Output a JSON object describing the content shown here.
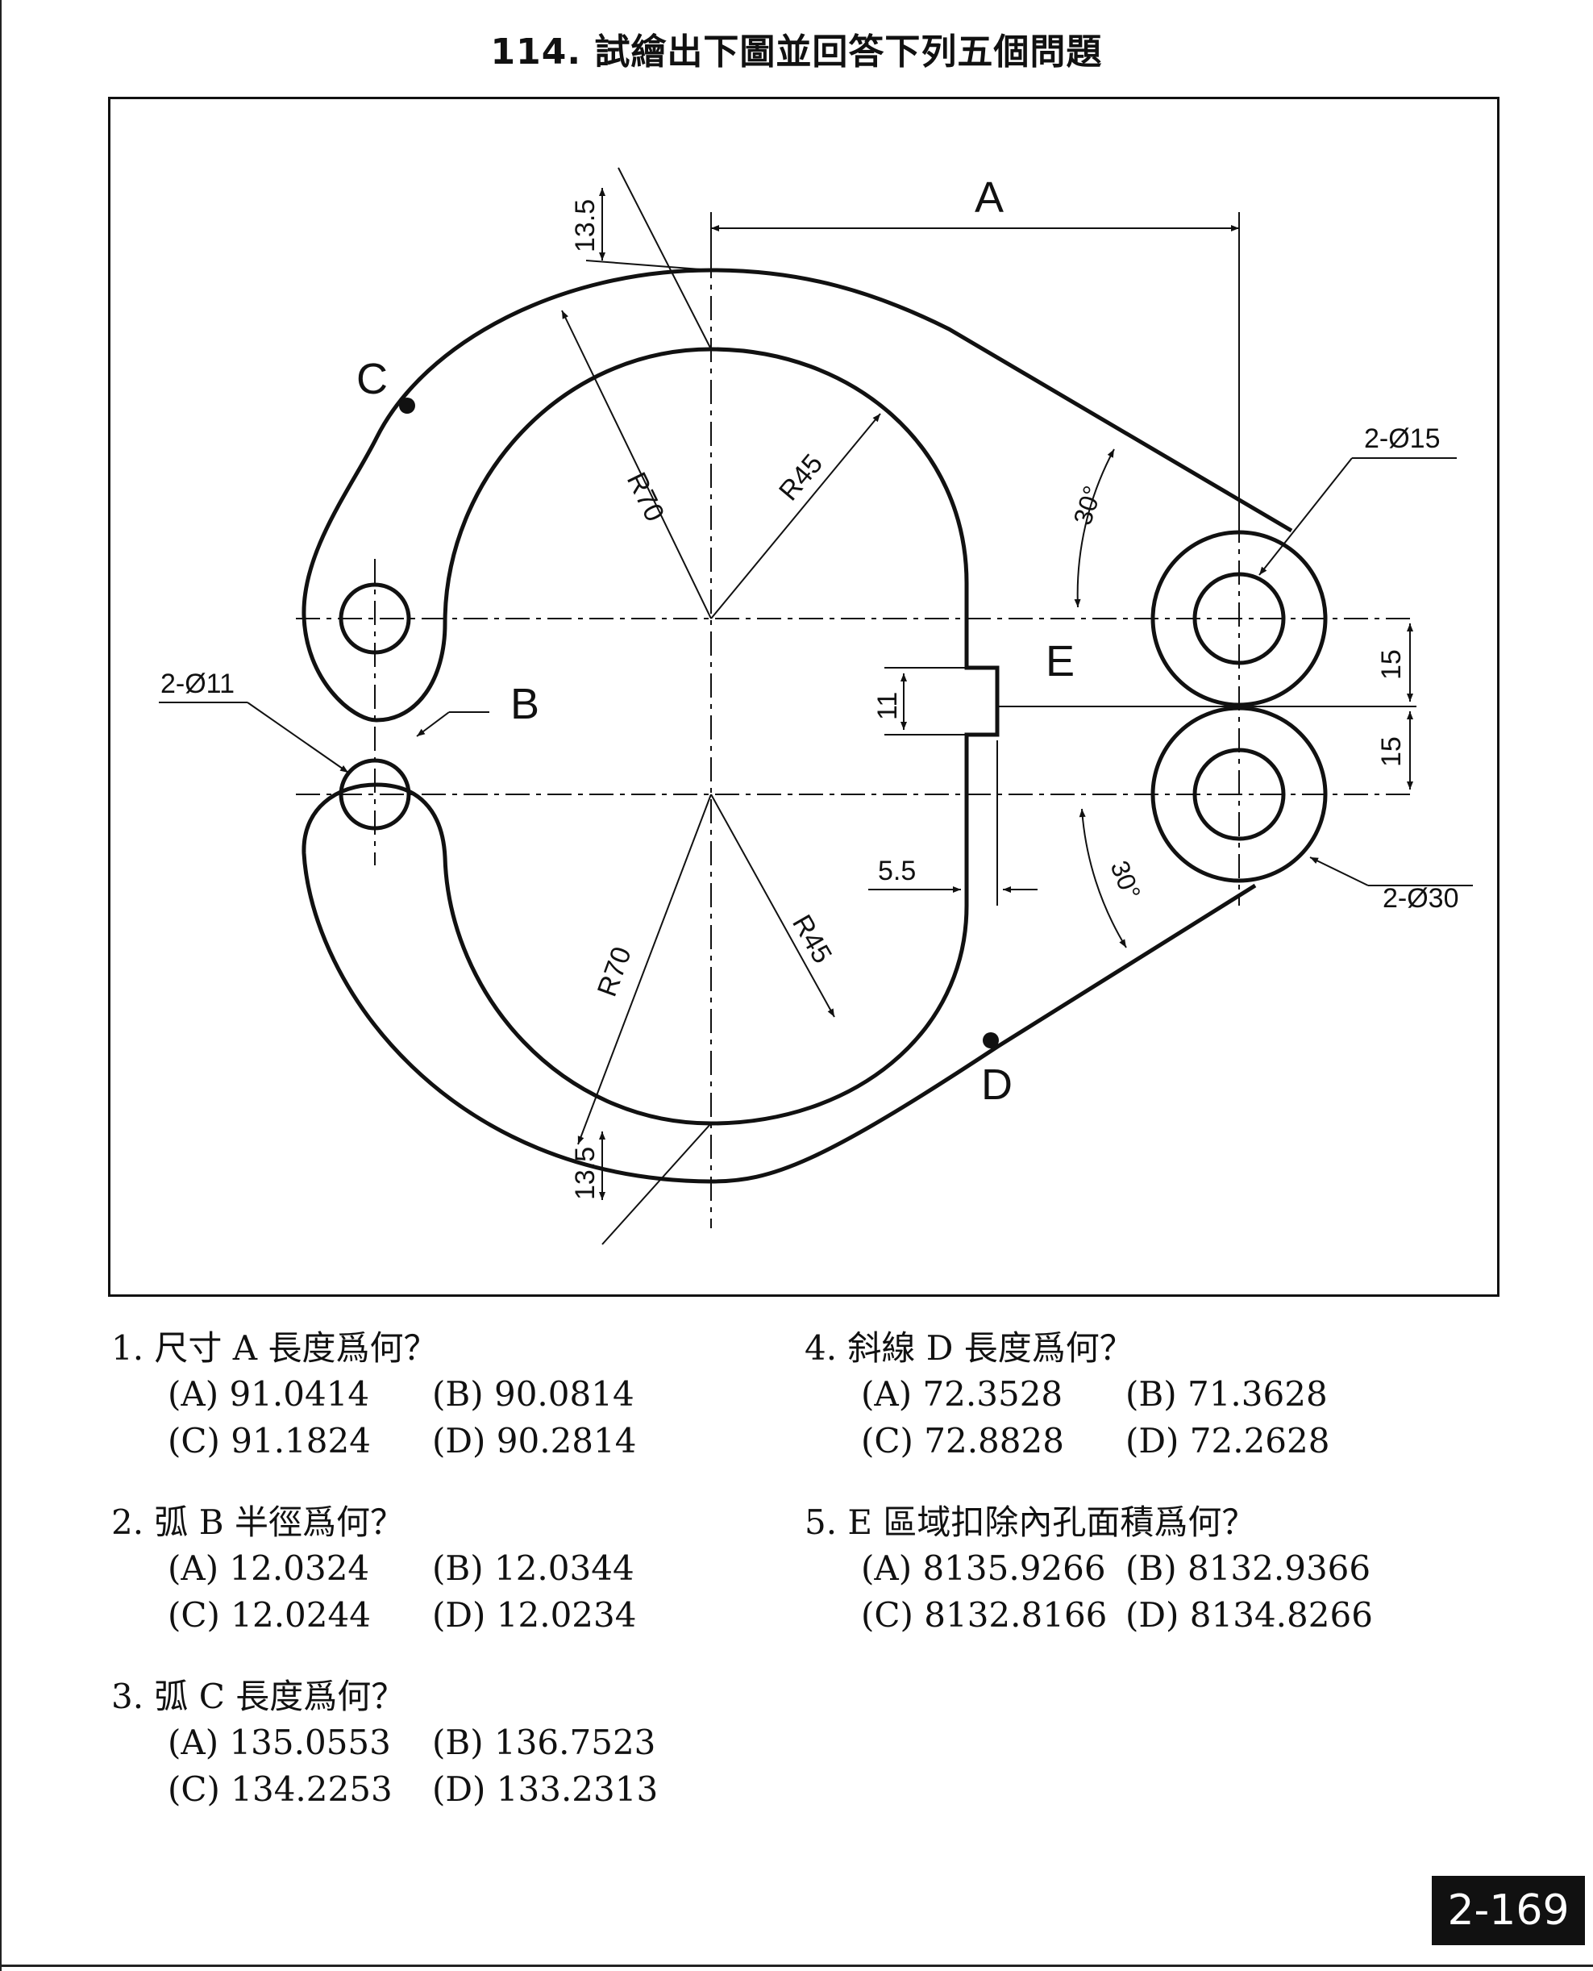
{
  "title": "114. 試繪出下圖並回答下列五個問題",
  "drawing": {
    "labels": {
      "A": "A",
      "B": "B",
      "C": "C",
      "D": "D",
      "E": "E",
      "R70_top": "R70",
      "R45_top": "R45",
      "R70_bottom": "R70",
      "R45_bottom": "R45",
      "dim_13_5_top": "13.5",
      "dim_13_5_bottom": "13.5",
      "dim_11": "11",
      "dim_5_5": "5.5",
      "dim_15_top": "15",
      "dim_15_bottom": "15",
      "angle_top": "30°",
      "angle_bottom": "30°",
      "dia15": "2-Ø15",
      "dia11": "2-Ø11",
      "dia30": "2-Ø30"
    }
  },
  "questions": [
    {
      "q": "1.  尺寸 A 長度爲何？",
      "options": [
        "(A) 91.0414",
        "(B) 90.0814",
        "(C) 91.1824",
        "(D) 90.2814"
      ]
    },
    {
      "q": "2.  弧 B 半徑爲何？",
      "options": [
        "(A) 12.0324",
        "(B) 12.0344",
        "(C) 12.0244",
        "(D) 12.0234"
      ]
    },
    {
      "q": "3.  弧 C 長度爲何？",
      "options": [
        "(A) 135.0553",
        "(B) 136.7523",
        "(C) 134.2253",
        "(D) 133.2313"
      ]
    },
    {
      "q": "4.  斜線 D 長度爲何？",
      "options": [
        "(A) 72.3528",
        "(B) 71.3628",
        "(C) 72.8828",
        "(D) 72.2628"
      ]
    },
    {
      "q": "5.  E 區域扣除內孔面積爲何？",
      "options": [
        "(A) 8135.9266",
        "(B) 8132.9366",
        "(C) 8132.8166",
        "(D) 8134.8266"
      ]
    }
  ],
  "page_number": "2-169"
}
